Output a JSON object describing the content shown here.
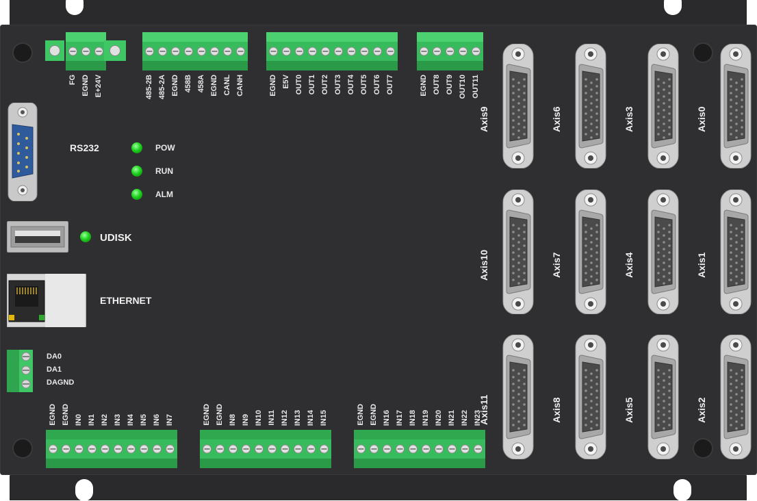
{
  "top_terminals": [
    {
      "id": "power",
      "pins": 3,
      "labels": [
        "FG",
        "EGND",
        "E+24V"
      ]
    },
    {
      "id": "comm",
      "pins": 8,
      "labels": [
        "485-2B",
        "485-2A",
        "EGND",
        "458B",
        "458A",
        "EGND",
        "CANL",
        "CANH"
      ]
    },
    {
      "id": "out1",
      "pins": 10,
      "labels": [
        "EGND",
        "E5V",
        "OUT0",
        "OUT1",
        "OUT2",
        "OUT3",
        "OUT4",
        "OUT5",
        "OUT6",
        "OUT7"
      ]
    },
    {
      "id": "out2",
      "pins": 5,
      "labels": [
        "EGND",
        "OUT8",
        "OUT9",
        "OUT10",
        "OUT11"
      ]
    }
  ],
  "bottom_terminals": [
    {
      "id": "in1",
      "pins": 10,
      "labels": [
        "EGND",
        "EGND",
        "IN0",
        "IN1",
        "IN2",
        "IN3",
        "IN4",
        "IN5",
        "IN6",
        "IN7"
      ]
    },
    {
      "id": "in2",
      "pins": 10,
      "labels": [
        "EGND",
        "EGND",
        "IN8",
        "IN9",
        "IN10",
        "IN11",
        "IN12",
        "IN13",
        "IN14",
        "IN15"
      ]
    },
    {
      "id": "in3",
      "pins": 10,
      "labels": [
        "EGND",
        "EGND",
        "IN16",
        "IN17",
        "IN18",
        "IN19",
        "IN20",
        "IN21",
        "IN22",
        "IN23"
      ]
    }
  ],
  "da_terminal": {
    "labels": [
      "DA0",
      "DA1",
      "DAGND"
    ]
  },
  "leds": [
    {
      "label": "POW"
    },
    {
      "label": "RUN"
    },
    {
      "label": "ALM"
    }
  ],
  "ports": {
    "rs232": "RS232",
    "udisk": "UDISK",
    "ethernet": "ETHERNET"
  },
  "axes": [
    [
      "Axis9",
      "Axis6",
      "Axis3",
      "Axis0"
    ],
    [
      "Axis10",
      "Axis7",
      "Axis4",
      "Axis1"
    ],
    [
      "Axis11",
      "Axis8",
      "Axis5",
      "Axis2"
    ]
  ],
  "colors": {
    "panel": "#2f2f31",
    "terminal": "#36b85a",
    "led": "#1fd21f",
    "connector": "#c8c8c8",
    "db9": "#2f5b9c"
  }
}
